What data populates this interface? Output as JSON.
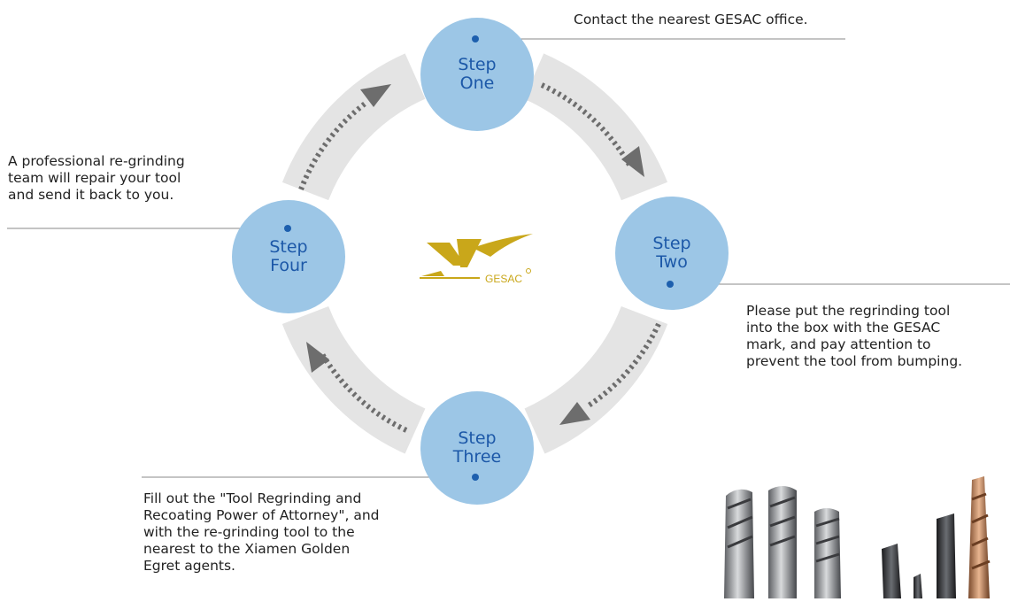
{
  "steps": [
    {
      "line1": "Step",
      "line2": "One"
    },
    {
      "line1": "Step",
      "line2": "Two"
    },
    {
      "line1": "Step",
      "line2": "Three"
    },
    {
      "line1": "Step",
      "line2": "Four"
    }
  ],
  "descriptions": {
    "step_one": "Contact the nearest GESAC office.",
    "step_two": [
      "Please put the regrinding tool",
      "into the box with the GESAC",
      "mark, and pay attention to",
      "prevent the tool from bumping."
    ],
    "step_three": [
      "Fill out the \"Tool Regrinding and",
      "Recoating Power of Attorney\", and",
      "with the re-grinding tool to the",
      "nearest to the Xiamen Golden",
      "Egret agents."
    ],
    "step_four": [
      "A professional re-grinding",
      "team will repair your tool",
      "and send it back to you."
    ]
  },
  "logo": {
    "text": "GESAC",
    "color": "#c9a71a"
  },
  "colors": {
    "step_fill": "#9cc6e6",
    "step_text": "#1c58a8",
    "ring": "#e4e4e4",
    "arrow": "#6d6d6d",
    "dot": "#1d5fae",
    "line": "#888888"
  }
}
